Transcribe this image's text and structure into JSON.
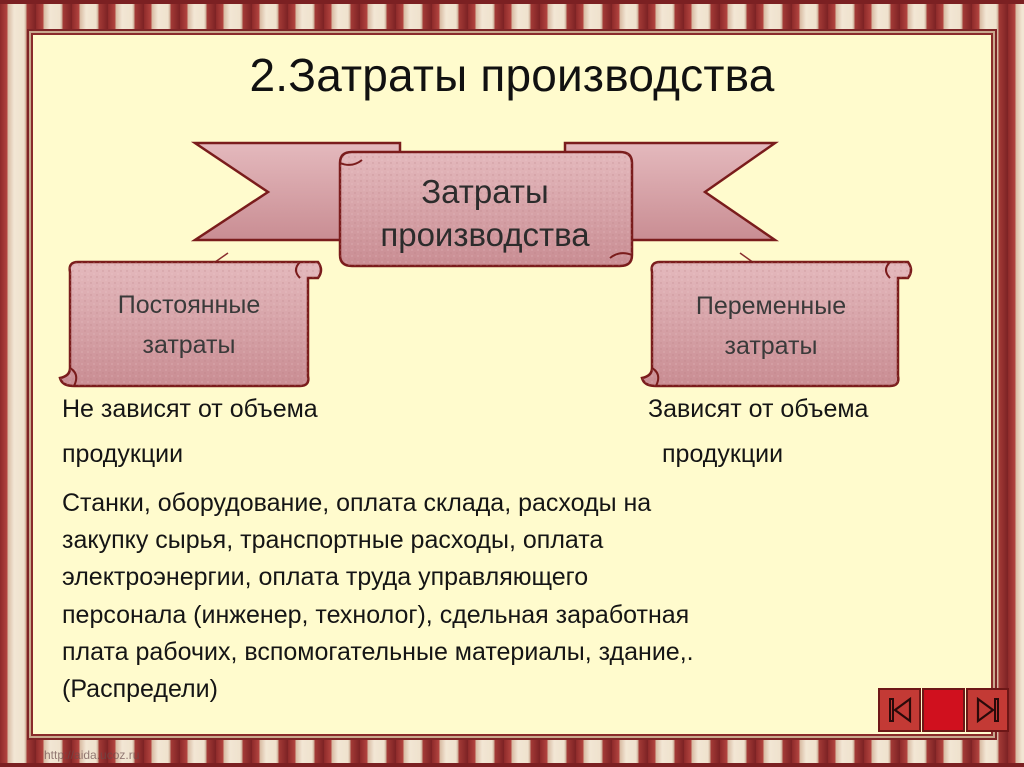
{
  "slide": {
    "title": "2.Затраты производства",
    "banner": {
      "line1": "Затраты",
      "line2": "производства"
    },
    "fixed_costs": {
      "label_line1": "Постоянные",
      "label_line2": "затраты",
      "desc_line1": "Не зависят от объема",
      "desc_line2": "продукции"
    },
    "variable_costs": {
      "label_line1": "Переменные",
      "label_line2": "затраты",
      "desc_line1": "Зависят от объема",
      "desc_line2": "продукции"
    },
    "body_lines": [
      "Станки, оборудование, оплата склада, расходы на",
      "закупку сырья, транспортные расходы, оплата",
      "электроэнергии, оплата труда управляющего",
      "персонала (инженер, технолог), сдельная заработная",
      "плата рабочих, вспомогательные материалы, здание,.",
      "(Распредели)"
    ]
  },
  "navigation": {
    "prev_icon": "first-slide-icon",
    "next_icon": "last-slide-icon"
  },
  "watermark": "http://aida.ucoz.ru",
  "colors": {
    "background": "#fffbcd",
    "ribbon_fill": "#d9a3a8",
    "ribbon_stroke": "#7a1c1c",
    "nav_button": "#c33a35",
    "border_stripe": "#8e2a2a"
  }
}
